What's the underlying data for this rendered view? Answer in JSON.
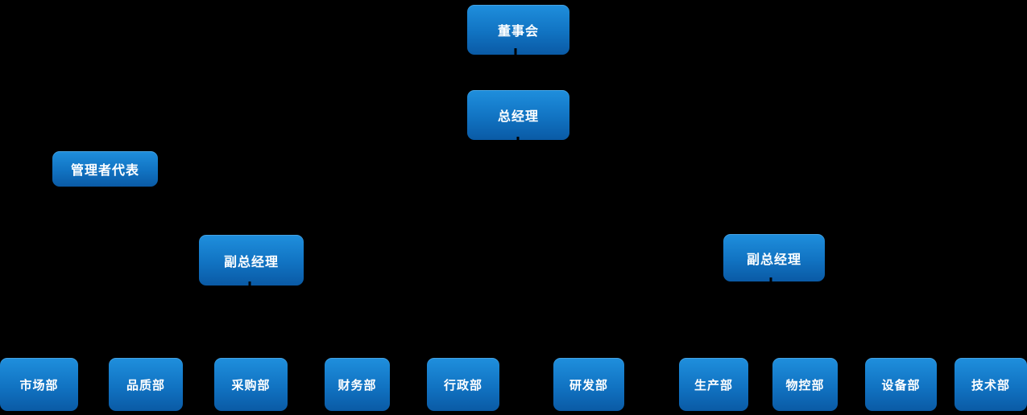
{
  "chart": {
    "type": "org-chart",
    "background_color": "#000000",
    "node_color_top": "#1f8fdd",
    "node_color_bottom": "#0a5aa5",
    "text_color": "#ffffff",
    "connector_color": "#000000"
  },
  "nodes": {
    "board": {
      "label": "董事会",
      "level": 1
    },
    "general_manager": {
      "label": "总经理",
      "level": 2
    },
    "management_representative": {
      "label": "管理者代表",
      "level": 3
    },
    "deputy_gm_left": {
      "label": "副总经理",
      "level": 3
    },
    "deputy_gm_right": {
      "label": "副总经理",
      "level": 3
    },
    "departments": [
      {
        "label": "市场部",
        "parent": "deputy_gm_left"
      },
      {
        "label": "品质部",
        "parent": "deputy_gm_left"
      },
      {
        "label": "采购部",
        "parent": "deputy_gm_left"
      },
      {
        "label": "财务部",
        "parent": "deputy_gm_left"
      },
      {
        "label": "行政部",
        "parent": "deputy_gm_left"
      },
      {
        "label": "研发部",
        "parent": "deputy_gm_left"
      },
      {
        "label": "生产部",
        "parent": "deputy_gm_right"
      },
      {
        "label": "物控部",
        "parent": "deputy_gm_right"
      },
      {
        "label": "设备部",
        "parent": "deputy_gm_right"
      },
      {
        "label": "技术部",
        "parent": "deputy_gm_right"
      }
    ]
  }
}
